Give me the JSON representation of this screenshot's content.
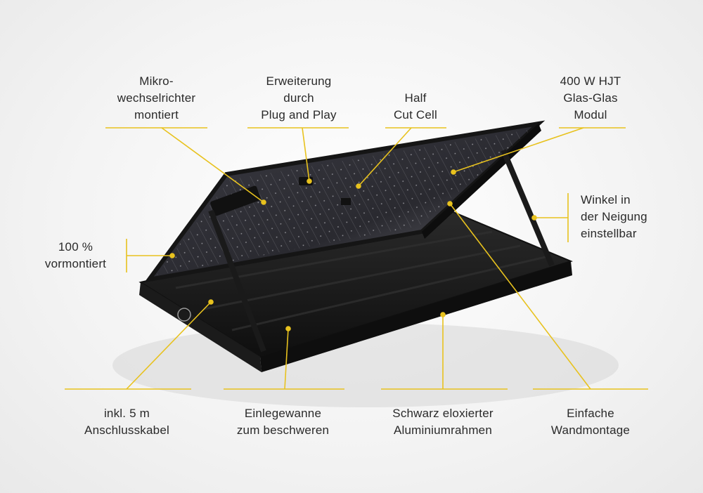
{
  "colors": {
    "accent_line": "#e8c21e",
    "panel_frame": "#1e1e1e",
    "tray": "#161616",
    "text": "#2a2a2a"
  },
  "icons": {
    "logo": "brand-logo-icon"
  },
  "labels": {
    "mikro": [
      "Mikro-",
      "wechselrichter",
      "montiert"
    ],
    "erweiterung": [
      "Erweiterung",
      "durch",
      "Plug and Play"
    ],
    "half": [
      "Half",
      "Cut Cell"
    ],
    "modul": [
      "400 W HJT",
      "Glas-Glas",
      "Modul"
    ],
    "winkel": [
      "Winkel in",
      "der Neigung",
      "einstellbar"
    ],
    "vormontiert": [
      "100 %",
      "vormontiert"
    ],
    "kabel": [
      "inkl. 5 m",
      "Anschlusskabel"
    ],
    "wanne": [
      "Einlegewanne",
      "zum beschweren"
    ],
    "rahmen": [
      "Schwarz eloxierter",
      "Aluminiumrahmen"
    ],
    "wand": [
      "Einfache",
      "Wandmontage"
    ]
  }
}
